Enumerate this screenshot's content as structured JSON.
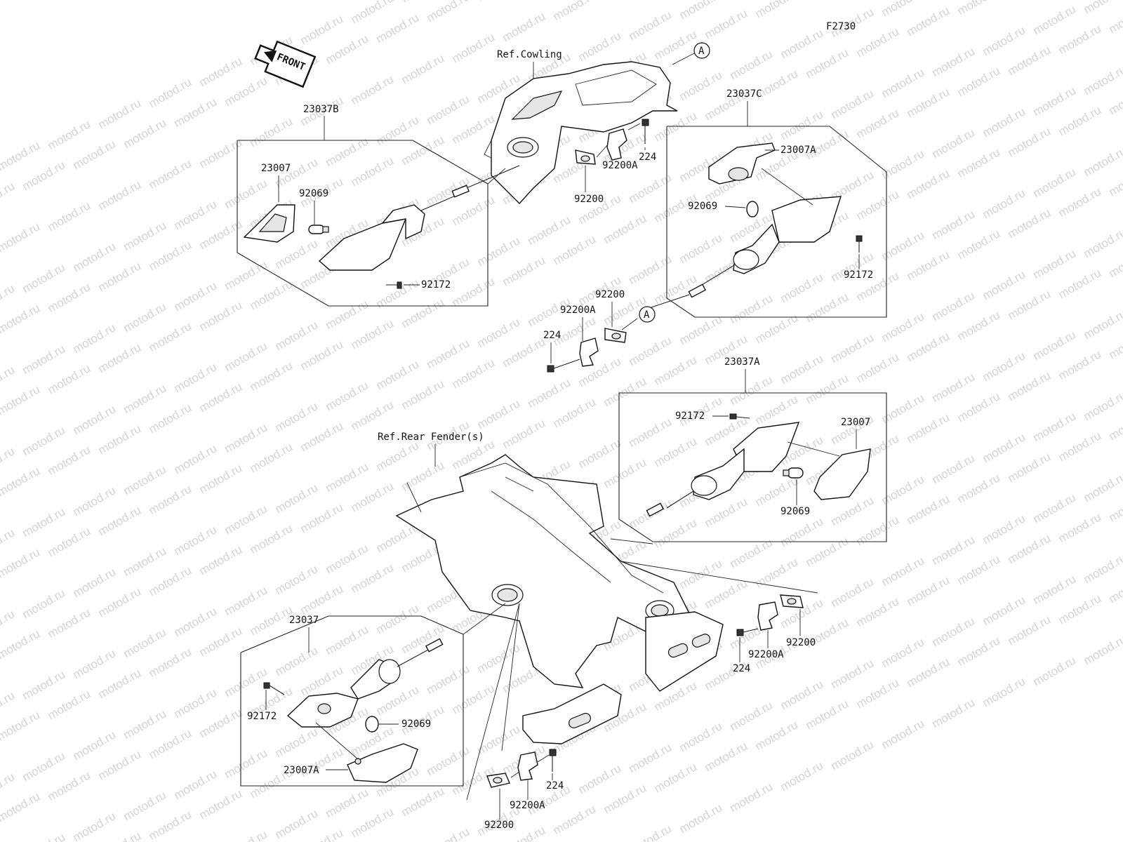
{
  "watermark": "motod.ru",
  "figure_code": "F2730",
  "front_arrow": "FRONT",
  "references": {
    "cowling": "Ref.Cowling",
    "rear_fender": "Ref.Rear Fender(s)"
  },
  "callouts": {
    "a_top": "A",
    "a_mid": "A"
  },
  "labels": {
    "g_23037B": "23037B",
    "g_23037C": "23037C",
    "g_23037A": "23037A",
    "g_23037": "23037",
    "p_23007_tl": "23007",
    "p_92069_tl": "92069",
    "p_92172_tl": "92172",
    "p_224_top": "224",
    "p_92200A_top": "92200A",
    "p_92200_top": "92200",
    "p_23007A_tr": "23007A",
    "p_92069_tr": "92069",
    "p_92172_tr": "92172",
    "p_92200_mid": "92200",
    "p_92200A_mid": "92200A",
    "p_224_mid": "224",
    "p_92172_mr": "92172",
    "p_23007_mr": "23007",
    "p_92069_mr": "92069",
    "p_92200_rr": "92200",
    "p_92200A_rr": "92200A",
    "p_224_rr": "224",
    "p_92172_bl": "92172",
    "p_92069_bl": "92069",
    "p_23007A_bl": "23007A",
    "p_224_bot": "224",
    "p_92200A_bot": "92200A",
    "p_92200_bot": "92200"
  }
}
